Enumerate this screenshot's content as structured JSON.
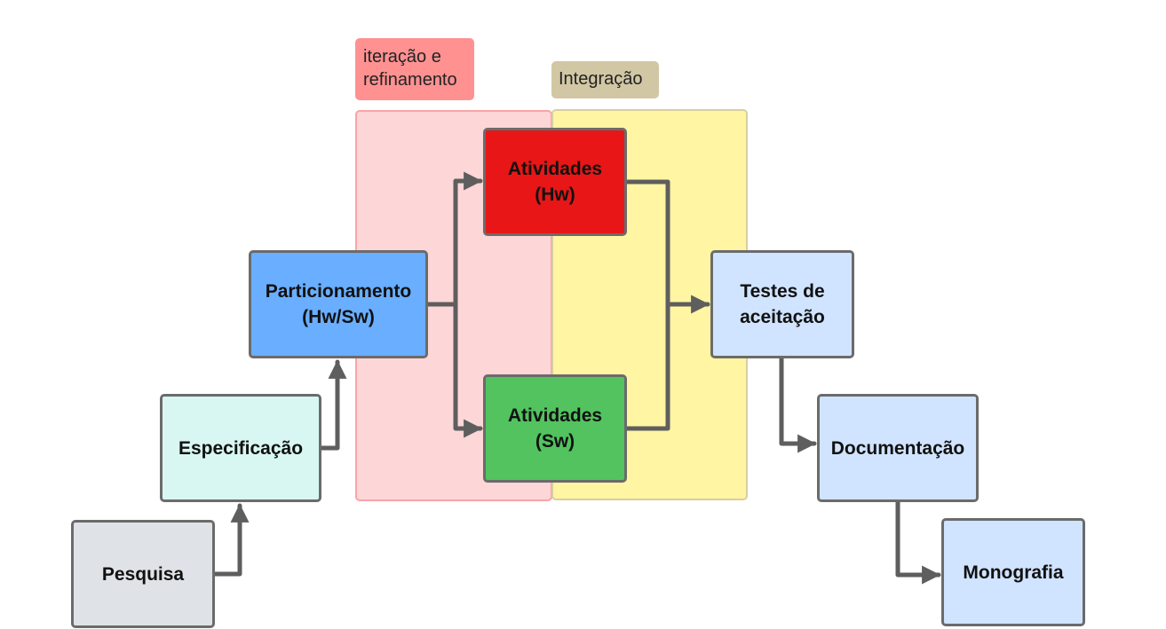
{
  "regions": {
    "iteration": {
      "label": "iteração e\nrefinamento",
      "fill": "#fdd6d7",
      "tag_color": "#ff9191"
    },
    "integration": {
      "label": "Integração",
      "fill": "#fff49b",
      "tag_color": "#d2c7a4"
    }
  },
  "steps": {
    "pesquisa": {
      "label": "Pesquisa",
      "color": "#dfe3e8"
    },
    "especificacao": {
      "label": "Especificação",
      "color": "#d8f7f3"
    },
    "particionamento": {
      "label": "Particionamento\n(Hw/Sw)",
      "color": "#6aaeff"
    },
    "atividades_hw": {
      "label": "Atividades\n(Hw)",
      "color": "#e81616"
    },
    "atividades_sw": {
      "label": "Atividades\n(Sw)",
      "color": "#52c35e"
    },
    "testes": {
      "label": "Testes de\naceitação",
      "color": "#d0e4ff"
    },
    "documentacao": {
      "label": "Documentação",
      "color": "#d0e4ff"
    },
    "monografia": {
      "label": "Monografia",
      "color": "#d0e4ff"
    }
  },
  "connector_color": "#5e5e5e"
}
